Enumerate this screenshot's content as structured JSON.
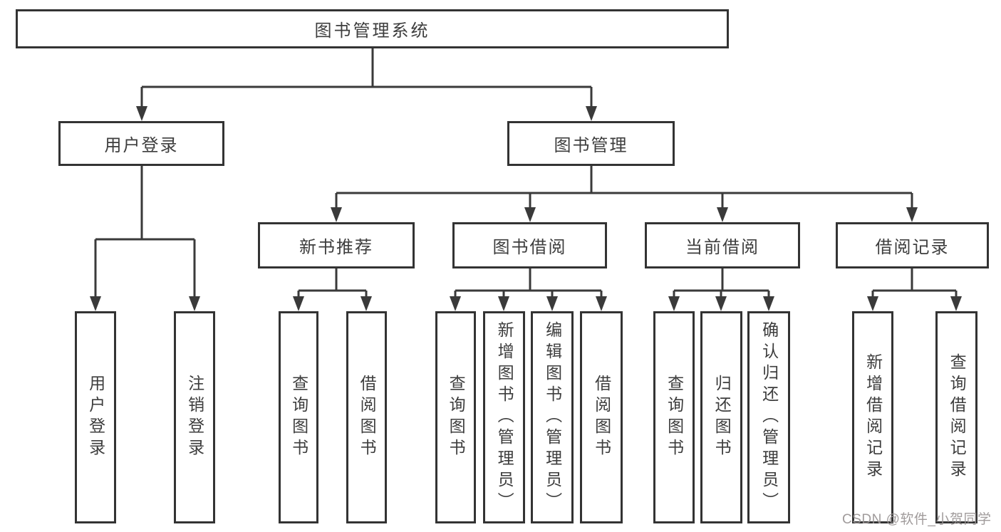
{
  "diagram": {
    "title": "图书管理系统",
    "root": {
      "label": "图书管理系统"
    },
    "level1": [
      {
        "label": "用户登录"
      },
      {
        "label": "图书管理"
      }
    ],
    "level2": [
      {
        "label": "新书推荐"
      },
      {
        "label": "图书借阅"
      },
      {
        "label": "当前借阅"
      },
      {
        "label": "借阅记录"
      }
    ],
    "leaves": [
      {
        "label": "用户登录",
        "parent": "用户登录"
      },
      {
        "label": "注销登录",
        "parent": "用户登录"
      },
      {
        "label": "查询图书",
        "parent": "新书推荐"
      },
      {
        "label": "借阅图书",
        "parent": "新书推荐"
      },
      {
        "label": "查询图书",
        "parent": "图书借阅"
      },
      {
        "label": "新增图书（管理员）",
        "parent": "图书借阅"
      },
      {
        "label": "编辑图书（管理员）",
        "parent": "图书借阅"
      },
      {
        "label": "借阅图书",
        "parent": "图书借阅"
      },
      {
        "label": "查询图书",
        "parent": "当前借阅"
      },
      {
        "label": "归还图书",
        "parent": "当前借阅"
      },
      {
        "label": "确认归还（管理员）",
        "parent": "当前借阅"
      },
      {
        "label": "新增借阅记录",
        "parent": "借阅记录"
      },
      {
        "label": "查询借阅记录",
        "parent": "借阅记录"
      }
    ],
    "line_color": "#3a3a3a",
    "border_color": "#333333",
    "text_color": "#3d3d3d"
  },
  "watermark": {
    "text": "CSDN @软件_小贺同学",
    "color": "#989293"
  }
}
